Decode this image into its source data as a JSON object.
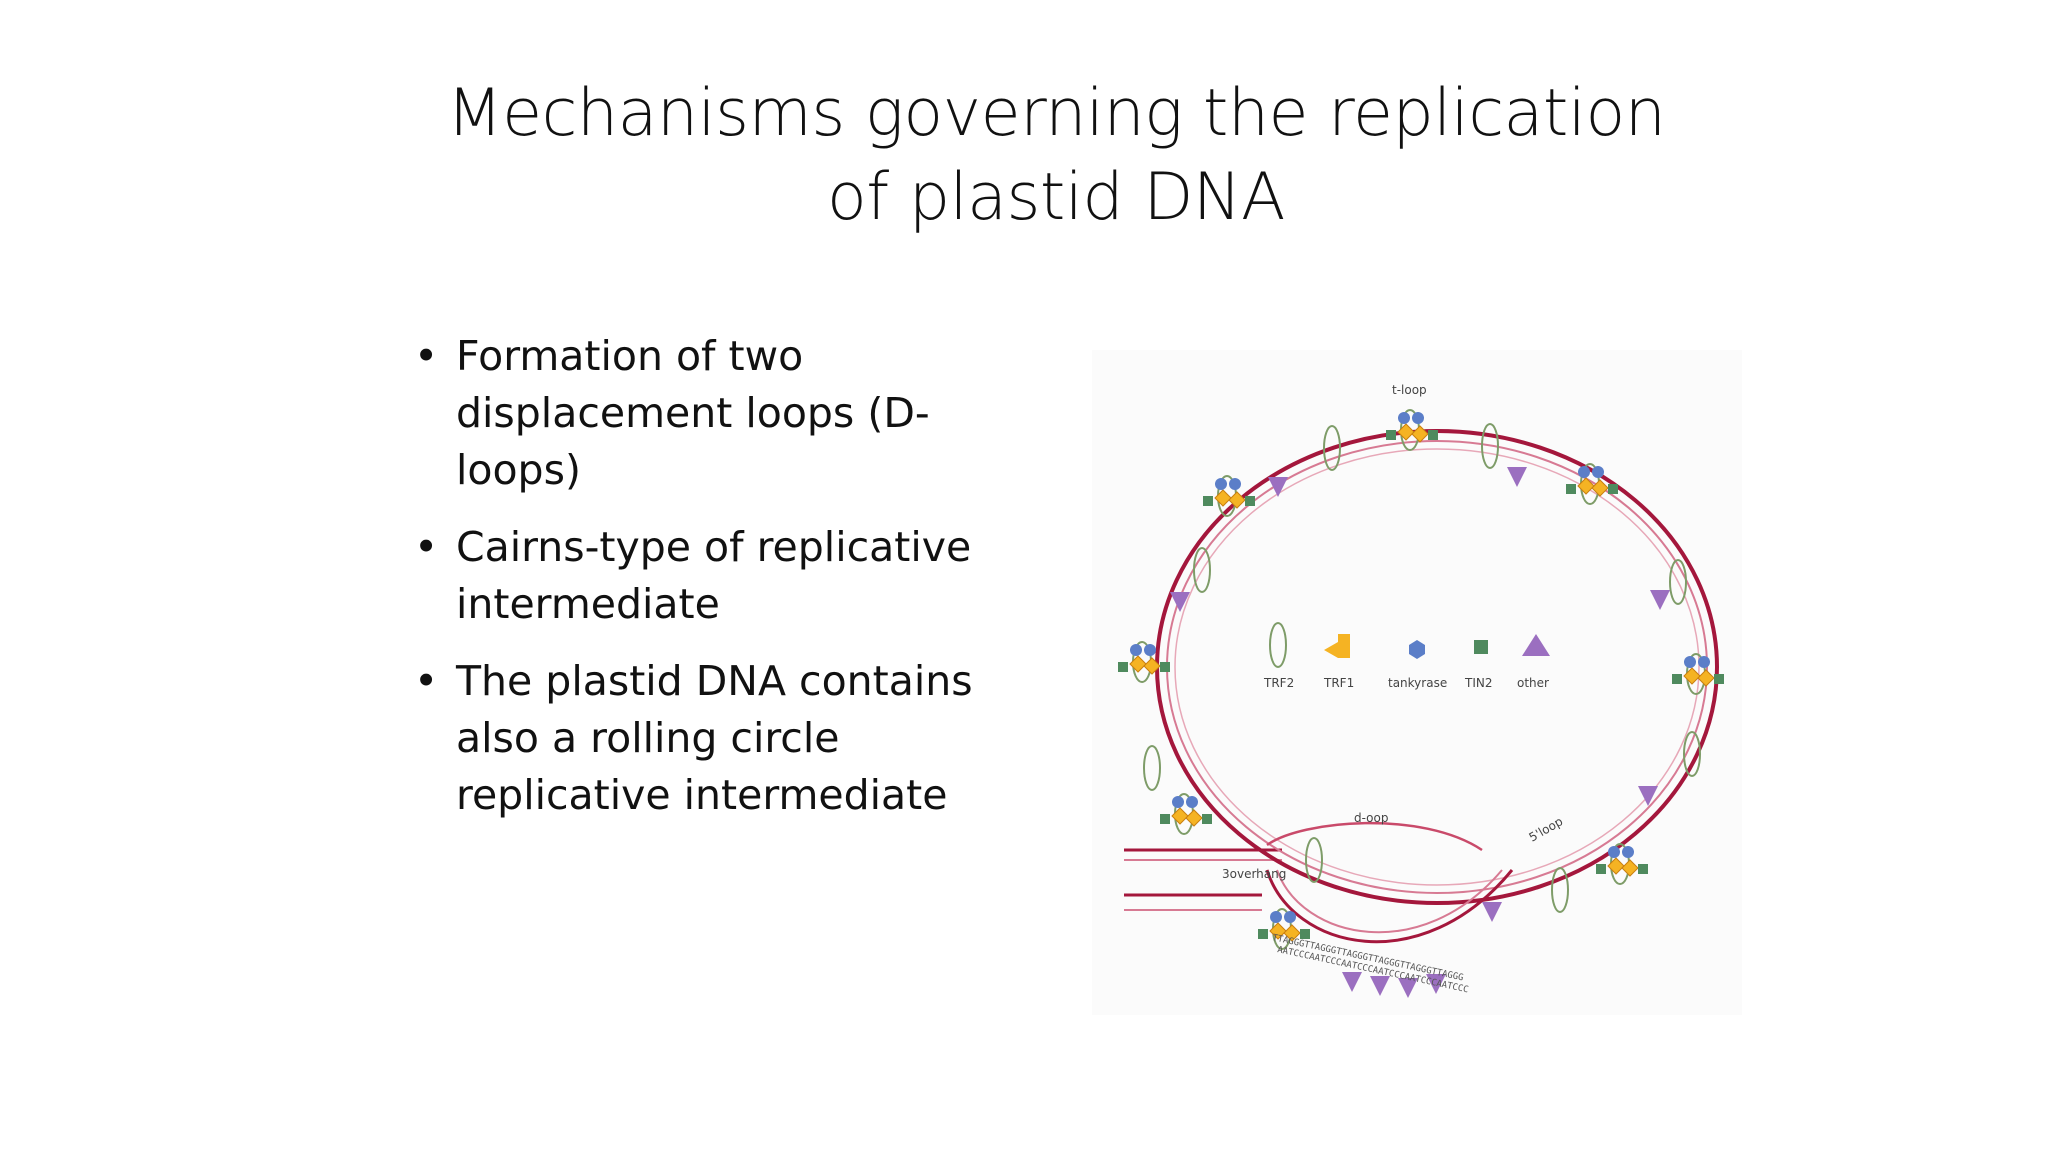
{
  "slide": {
    "title_line1": "Mechanisms governing the replication",
    "title_line2": "of plastid DNA",
    "bullets": [
      "Formation of two displacement loops (D-loops)",
      "Cairns-type of replicative intermediate",
      "The plastid DNA contains also a rolling circle replicative intermediate"
    ]
  },
  "diagram": {
    "labels": {
      "t_loop": "t-loop",
      "d_loop": "d-oop",
      "tail_left": "3overhang",
      "tail_right": "5'loop",
      "seq_outer": "TTAGGGTTAGGGTTAGGGTTAGGGTTAGGGTTAGGG",
      "seq_inner": "AATCCCAATCCCAATCCCAATCCCAATCCCAATCCC"
    },
    "legend": [
      {
        "key": "trf2",
        "label": "TRF2",
        "icon": "open-ellipse-icon"
      },
      {
        "key": "trf1",
        "label": "TRF1",
        "icon": "flag-shape-icon"
      },
      {
        "key": "tankyrase",
        "label": "tankyrase",
        "icon": "hexagon-icon"
      },
      {
        "key": "tin2",
        "label": "TIN2",
        "icon": "square-icon"
      },
      {
        "key": "other",
        "label": "other",
        "icon": "triangle-icon"
      }
    ],
    "colors": {
      "dna_strand": "#a4173c",
      "trf2": "#6f8f5a",
      "trf1": "#f0a020",
      "tankyrase": "#5b7ec8",
      "tin2": "#4f8a5e",
      "other": "#9b6fc0"
    }
  }
}
